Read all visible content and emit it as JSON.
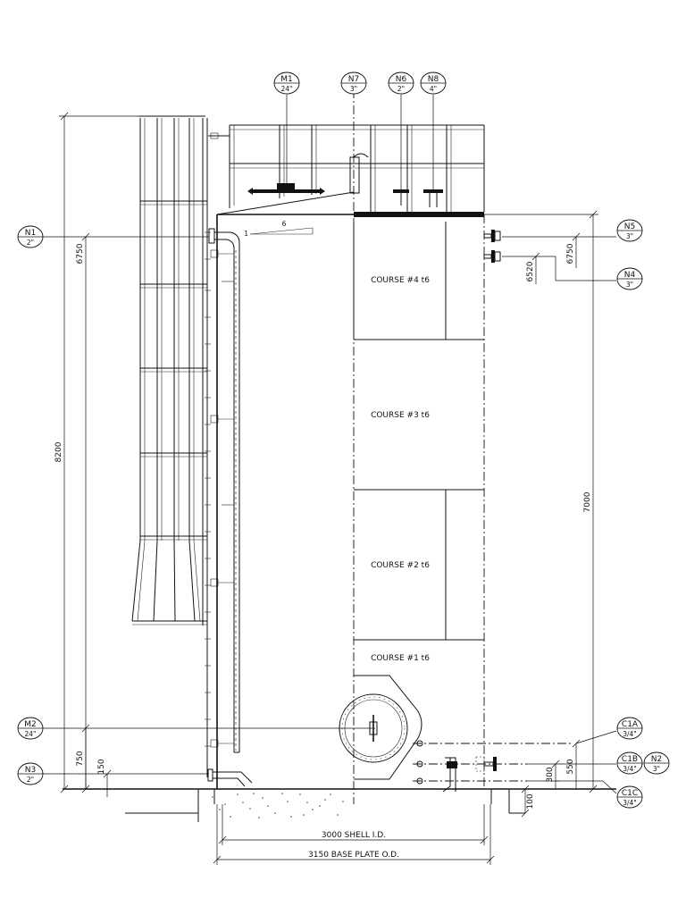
{
  "nozzles": {
    "M1": {
      "tag": "M1",
      "size": "24\""
    },
    "N7": {
      "tag": "N7",
      "size": "3\""
    },
    "N6": {
      "tag": "N6",
      "size": "2\""
    },
    "N8": {
      "tag": "N8",
      "size": "4\""
    },
    "N1": {
      "tag": "N1",
      "size": "2\""
    },
    "N5": {
      "tag": "N5",
      "size": "3\""
    },
    "N4": {
      "tag": "N4",
      "size": "3\""
    },
    "M2": {
      "tag": "M2",
      "size": "24\""
    },
    "N3": {
      "tag": "N3",
      "size": "2\""
    },
    "C1A": {
      "tag": "C1A",
      "size": "3/4\""
    },
    "C1B": {
      "tag": "C1B",
      "size": "3/4\""
    },
    "N2": {
      "tag": "N2",
      "size": "3\""
    },
    "C1C": {
      "tag": "C1C",
      "size": "3/4\""
    }
  },
  "courses": [
    "COURSE #4 t6",
    "COURSE #3 t6",
    "COURSE #2 t6",
    "COURSE #1 t6"
  ],
  "dimensions": {
    "overall_height": "8200",
    "n1_elev": "6750",
    "m2_elev": "750",
    "n3_elev": "150",
    "shell_height": "7000",
    "n5_elev": "6750",
    "n4_elev": "6520",
    "c1a_elev": "550",
    "c1b_elev": "300",
    "base_plate": "100",
    "shell_id": "3000 SHELL I.D.",
    "base_od": "3150 BASE PLATE O.D."
  },
  "roof_slope": {
    "rise": "1",
    "run": "6"
  }
}
